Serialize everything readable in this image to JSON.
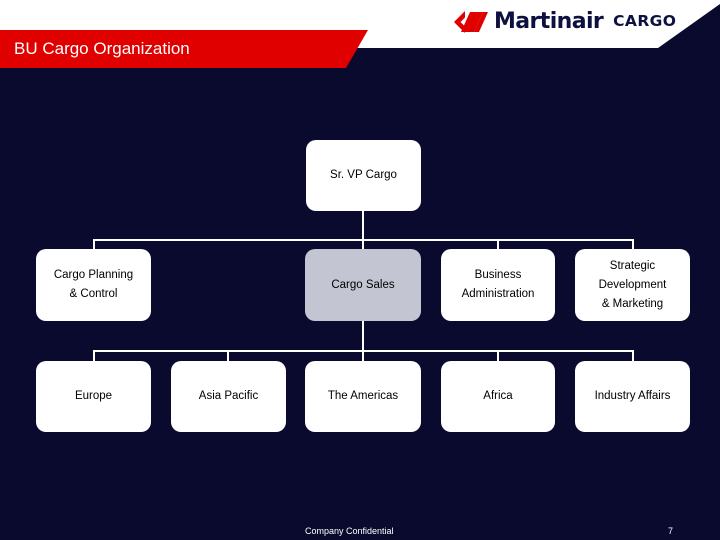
{
  "slide": {
    "title": "BU Cargo Organization",
    "background_color": "#0a0a2e",
    "accent_color": "#e00000"
  },
  "brand": {
    "name": "Martinair",
    "suffix": "CARGO",
    "logo_icon": "martinair-chevron-slashes-icon",
    "mark_color": "#e00000",
    "word_color": "#0d1040"
  },
  "chart_data": {
    "type": "diagram",
    "diagram_type": "org-chart",
    "title": "BU Cargo Organization",
    "nodes": [
      {
        "id": "n0",
        "label": "Sr. VP Cargo",
        "level": 0,
        "fill": "#ffffff",
        "text_lines": [
          "Sr. VP Cargo"
        ]
      },
      {
        "id": "n1",
        "label": "Cargo Planning & Control",
        "level": 1,
        "fill": "#ffffff",
        "text_lines": [
          "Cargo Planning",
          "& Control"
        ]
      },
      {
        "id": "n2",
        "label": "Cargo Sales",
        "level": 1,
        "fill": "#c3c5d2",
        "text_lines": [
          "Cargo Sales"
        ]
      },
      {
        "id": "n3",
        "label": "Business Administration",
        "level": 1,
        "fill": "#ffffff",
        "text_lines": [
          "Business",
          "Administration"
        ]
      },
      {
        "id": "n4",
        "label": "Strategic Development & Marketing",
        "level": 1,
        "fill": "#ffffff",
        "text_lines": [
          "Strategic",
          "Development",
          "& Marketing"
        ]
      },
      {
        "id": "n5",
        "label": "Europe",
        "level": 2,
        "fill": "#ffffff",
        "text_lines": [
          "Europe"
        ]
      },
      {
        "id": "n6",
        "label": "Asia Pacific",
        "level": 2,
        "fill": "#ffffff",
        "text_lines": [
          "Asia Pacific"
        ]
      },
      {
        "id": "n7",
        "label": "The Americas",
        "level": 2,
        "fill": "#ffffff",
        "text_lines": [
          "The Americas"
        ]
      },
      {
        "id": "n8",
        "label": "Africa",
        "level": 2,
        "fill": "#ffffff",
        "text_lines": [
          "Africa"
        ]
      },
      {
        "id": "n9",
        "label": "Industry Affairs",
        "level": 2,
        "fill": "#ffffff",
        "text_lines": [
          "Industry Affairs"
        ]
      }
    ],
    "edges": [
      {
        "from": "n0",
        "to": "n1"
      },
      {
        "from": "n0",
        "to": "n2"
      },
      {
        "from": "n0",
        "to": "n3"
      },
      {
        "from": "n0",
        "to": "n4"
      },
      {
        "from": "n2",
        "to": "n5"
      },
      {
        "from": "n2",
        "to": "n6"
      },
      {
        "from": "n2",
        "to": "n7"
      },
      {
        "from": "n2",
        "to": "n8"
      },
      {
        "from": "n2",
        "to": "n9"
      }
    ],
    "connector_color": "#ffffff"
  },
  "footer": {
    "confidential": "Company Confidential",
    "page_number": "7"
  }
}
